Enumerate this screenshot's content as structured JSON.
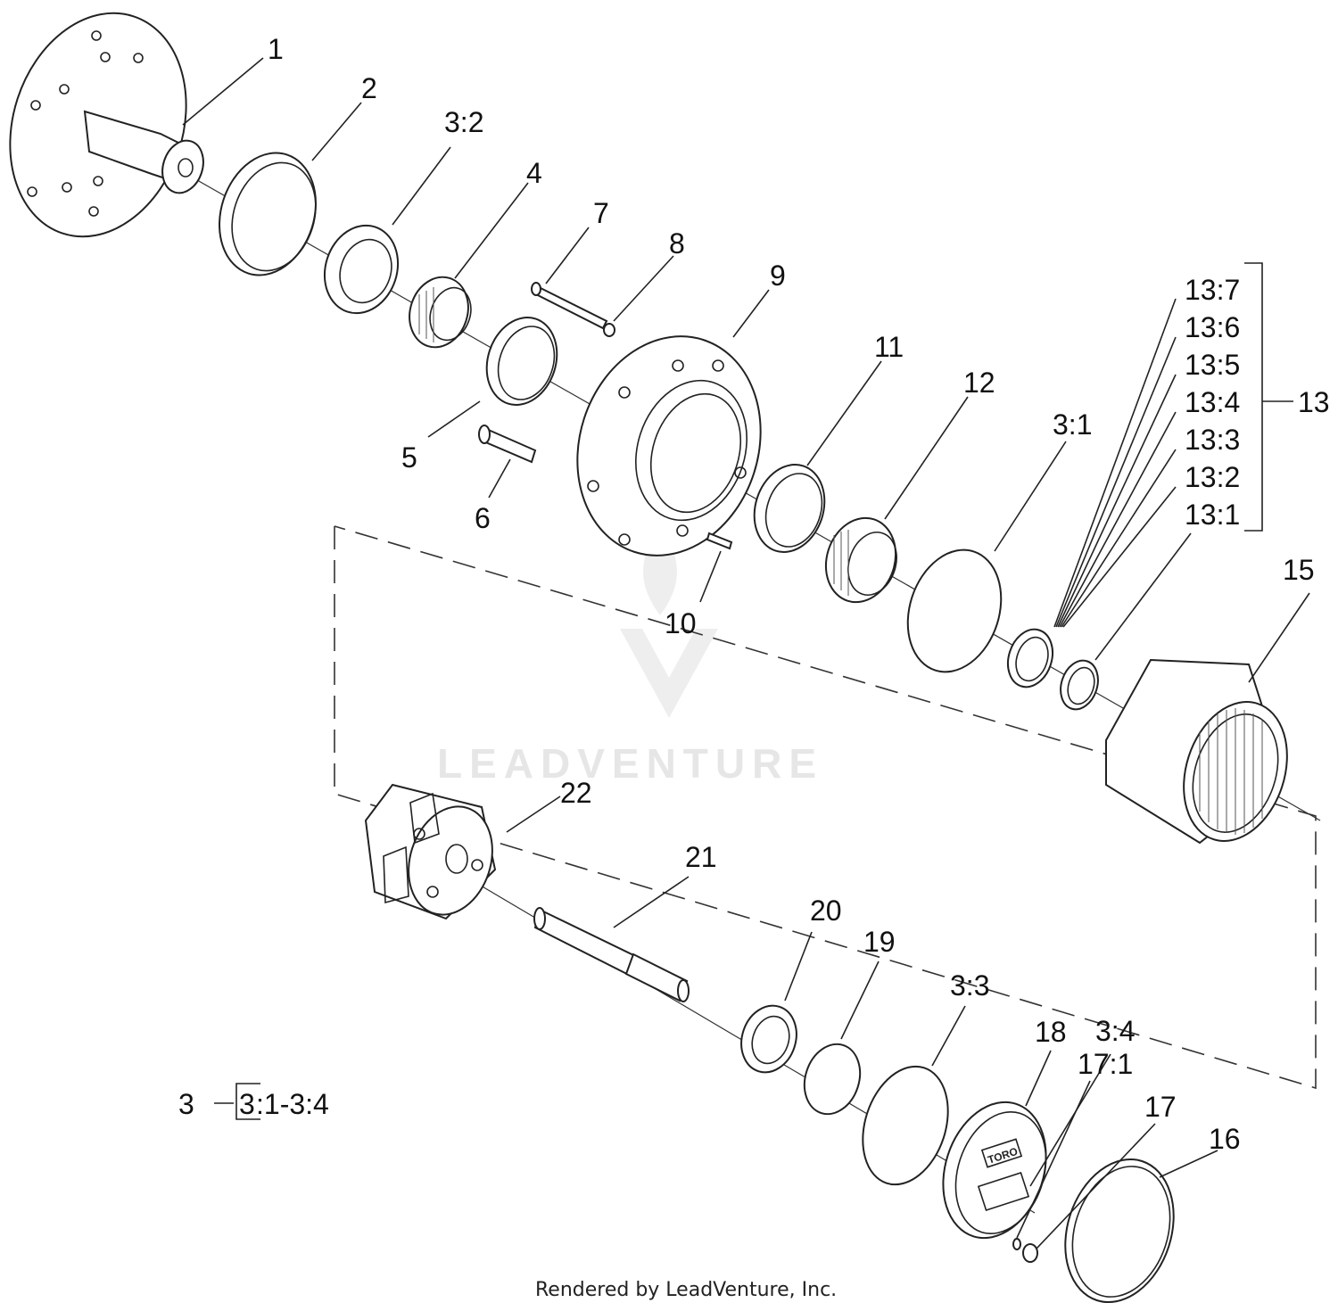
{
  "labels": {
    "p1": "1",
    "p2": "2",
    "p3_2": "3:2",
    "p4": "4",
    "p5": "5",
    "p6": "6",
    "p7": "7",
    "p8": "8",
    "p9": "9",
    "p10": "10",
    "p11": "11",
    "p12": "12",
    "p3_1": "3:1",
    "p13_7": "13:7",
    "p13_6": "13:6",
    "p13_5": "13:5",
    "p13_4": "13:4",
    "p13_3": "13:3",
    "p13_2": "13:2",
    "p13_1": "13:1",
    "p13": "13",
    "p15": "15",
    "p22": "22",
    "p21": "21",
    "p20": "20",
    "p19": "19",
    "p3_3": "3:3",
    "p18": "18",
    "p3_4": "3:4",
    "p17_1": "17:1",
    "p17": "17",
    "p16": "16"
  },
  "legend": {
    "ref": "3",
    "kit_prefix": "3",
    "kit_range": ":1-3:4"
  },
  "watermark": "LEADVENTURE",
  "cover_logo": "TORO",
  "footer": "Rendered by LeadVenture, Inc."
}
